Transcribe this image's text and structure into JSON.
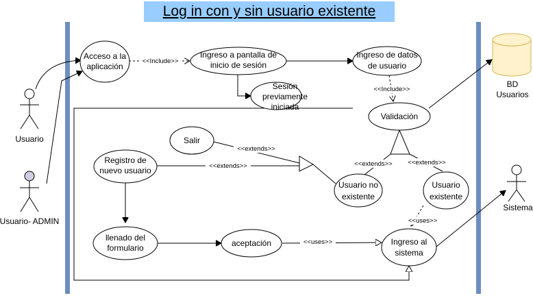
{
  "title": "Log in con y sin usuario existente",
  "actors": {
    "usuario": "Usuario",
    "admin": "Usuario- ADMIN",
    "sistema": "Sistema"
  },
  "database": {
    "line1": "BD",
    "line2": "Usuarios"
  },
  "use_cases": {
    "acceso": [
      "Acceso a la",
      "aplicación"
    ],
    "ingreso_pantalla": [
      "Ingreso a pantalla de",
      "inicio de sesión"
    ],
    "sesion_previa": [
      "Sesión",
      "previamente",
      "iniciada"
    ],
    "ingreso_datos": [
      "Ingreso de datos",
      "de usuario"
    ],
    "validacion": [
      "Validación"
    ],
    "salir": [
      "Salir"
    ],
    "registro": [
      "Registro de",
      "nuevo usuario"
    ],
    "usuario_no_existente": [
      "Usuario no",
      "existente"
    ],
    "usuario_existente": [
      "Usuario",
      "existente"
    ],
    "llenado": [
      "llenado del",
      "formulario"
    ],
    "aceptacion": [
      "aceptación"
    ],
    "ingreso_sistema": [
      "Ingreso al",
      "sistema"
    ]
  },
  "relations": {
    "include1": "<<Include>>",
    "include2": "<<Include>>",
    "extends_salir": "<<extends>>",
    "extends_registro": "<<extends>>",
    "extends_left": "<<extends>>",
    "extends_right": "<<extends>>",
    "uses_aceptacion": "<<uses>>",
    "uses_existente": "<<uses>>"
  },
  "colors": {
    "boundary": "#6c8ebf",
    "title_bg": "#99ccff",
    "db_fill": "#fff2cc",
    "db_stroke": "#d6b656",
    "admin_head": "#d0cee2"
  }
}
